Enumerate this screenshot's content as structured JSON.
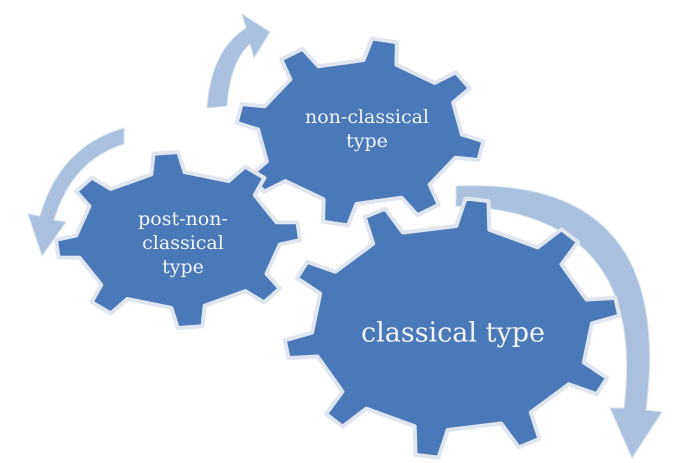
{
  "gears": [
    {
      "id": "non-classical",
      "lines": [
        "non-classical",
        "type"
      ]
    },
    {
      "id": "post-non-classical",
      "lines": [
        "post-non-",
        "classical",
        "type"
      ]
    },
    {
      "id": "classical",
      "lines": [
        "classical type"
      ]
    }
  ],
  "colors": {
    "gear_fill": "#4a78b8",
    "gear_outline": "#dfe6ef",
    "label_text": "#f1f5fb",
    "arrow_fill": "#a9c1df",
    "background": "#ffffff"
  },
  "icons": [
    "gear-icon",
    "curved-arrow-icon"
  ]
}
